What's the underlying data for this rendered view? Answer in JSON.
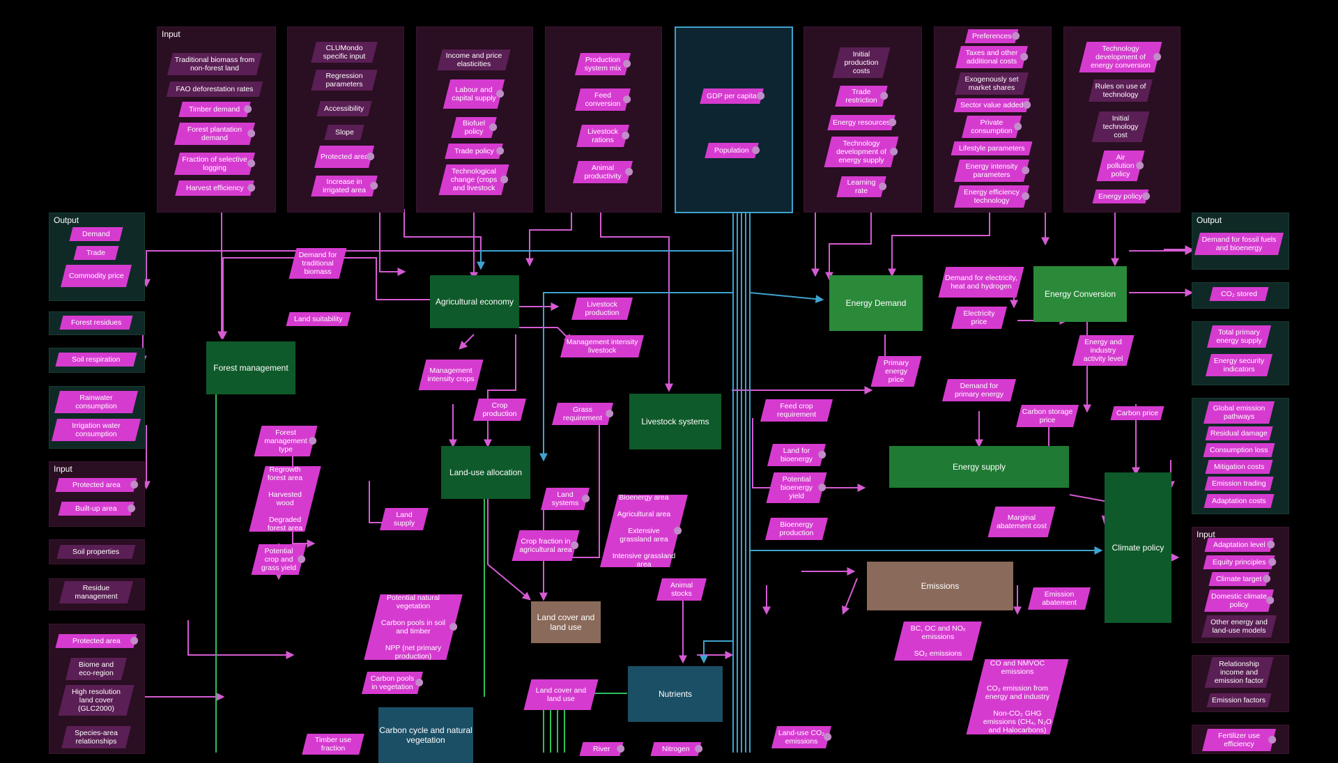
{
  "labels": {
    "input": "Input",
    "output": "Output"
  },
  "colors": {
    "background": "#000000",
    "arrow": "#d65bd3",
    "blue_arrow": "#3fa3cf",
    "green_arrow": "#2fbf5a",
    "param": "#d63bd0"
  },
  "top_panels": [
    {
      "items": [
        "Traditional biomass from non-forest land",
        "FAO deforestation rates",
        "Timber demand",
        "Forest plantation demand",
        "Fraction of selective logging",
        "Harvest efficiency"
      ]
    },
    {
      "items": [
        "CLUMondo specific input",
        "Regression parameters",
        "Accessibility",
        "Slope",
        "Protected area",
        "Increase in irrigated area"
      ]
    },
    {
      "items": [
        "Income and price elasticities",
        "Labour and capital supply",
        "Biofuel policy",
        "Trade policy",
        "Technological change (crops and livestock"
      ]
    },
    {
      "items": [
        "Production system mix",
        "Feed conversion",
        "Livestock rations",
        "Animal productivity"
      ]
    },
    {
      "items": [
        "GDP per capita",
        "Population"
      ]
    },
    {
      "items": [
        "Initial production costs",
        "Trade restriction",
        "Energy resources",
        "Technology development of energy supply",
        "Learning rate"
      ]
    },
    {
      "items": [
        "Preferences",
        "Taxes and other additional costs",
        "Exogenously set market shares",
        "Sector value added",
        "Private consumption",
        "Lifestyle parameters",
        "Energy intensity parameters",
        "Energy efficiency technology"
      ]
    },
    {
      "items": [
        "Technology development of energy conversion",
        "Rules on use of technology",
        "Initial technology cost",
        "Air pollution policy",
        "Energy policy"
      ]
    }
  ],
  "left_panels": {
    "output_a": [
      "Demand",
      "Trade",
      "Commodity price"
    ],
    "forest_residues": "Forest residues",
    "soil_respiration": "Soil respiration",
    "water": [
      "Rainwater consumption",
      "Irrigation water consumption"
    ],
    "input_a": [
      "Protected area",
      "Built-up area"
    ],
    "soil_properties": "Soil properties",
    "residue_management": "Residue management",
    "input_b": [
      "Protected area",
      "Biome and eco-region",
      "High resolution land cover (GLC2000)",
      "Species-area relationships"
    ]
  },
  "right_panels": {
    "fossil": "Demand for fossil fuels and bioenergy",
    "co2_stored": "CO₂ stored",
    "energy_supply_out": [
      "Total primary energy supply",
      "Energy security indicators"
    ],
    "climate_out": [
      "Global emission pathways",
      "Residual damage",
      "Consumption loss",
      "Mitigation costs",
      "Emission trading",
      "Adaptation costs"
    ],
    "input_c": [
      "Adaptation level",
      "Equity principles",
      "Climate target",
      "Domestic climate policy",
      "Other energy and land-use models"
    ],
    "emission_factor": [
      "Relationship income and emission factor",
      "Emission factors"
    ],
    "fertilizer": "Fertilizer use efficiency"
  },
  "models": {
    "agricultural_economy": "Agricultural economy",
    "forest_management": "Forest management",
    "livestock_systems": "Livestock systems",
    "land_use_allocation": "Land-use allocation",
    "land_cover_land_use": "Land cover and land use",
    "nutrients": "Nutrients",
    "carbon_cycle": "Carbon cycle and natural vegetation",
    "energy_demand": "Energy Demand",
    "energy_conversion": "Energy Conversion",
    "energy_supply": "Energy supply",
    "emissions": "Emissions",
    "climate_policy": "Climate policy"
  },
  "flows": {
    "demand_traditional_biomass": "Demand for traditional biomass",
    "land_suitability": "Land suitability",
    "livestock_production": "Livestock production",
    "management_intensity_livestock": "Management intensity livestock",
    "management_intensity_crops": "Management intensity crops",
    "crop_production": "Crop production",
    "grass_requirement": "Grass requirement",
    "forest_mgmt_type": "Forest management type",
    "forest_areas": [
      "Regrowth forest area",
      "Harvested wood",
      "Degraded forest area"
    ],
    "potential_crop_yield": "Potential crop and grass yield",
    "land_supply": "Land supply",
    "land_systems": "Land systems",
    "crop_fraction": "Crop fraction in agricultural area",
    "bioenergy_block": [
      "Bioenergy area",
      "Agricultural area",
      "Extensive grassland area",
      "Intensive grassland area"
    ],
    "animal_stocks": "Animal stocks",
    "veg_block": [
      "Potential natural vegetation",
      "Carbon pools in soil and timber",
      "NPP (net primary production)"
    ],
    "carbon_pools_veg": "Carbon pools in vegetation",
    "land_cover_param": "Land cover and land use",
    "timber_use": "Timber use fraction",
    "river": "River",
    "nitrogen": "Nitrogen",
    "feed_crop_req": "Feed crop requirement",
    "land_for_bioenergy": "Land for bioenergy",
    "potential_bioenergy_yield": "Potential bioenergy yield",
    "bioenergy_production": "Bioenergy production",
    "landuse_co2": "Land-use CO₂ emissions",
    "demand_elec": "Demand for electricity, heat and hydrogen",
    "electricity_price": "Electricity price",
    "primary_energy_price": "Primary energy price",
    "demand_primary": "Demand for primary energy",
    "energy_industry": "Energy and industry activity level",
    "carbon_storage_price": "Carbon storage price",
    "carbon_price": "Carbon price",
    "marginal_abatement": "Marginal abatement cost",
    "emission_abatement": "Emission abatement",
    "bc_oc": "BC, OC and NOₓ emissions",
    "so2": "SO₂ emissions",
    "emis_block": [
      "CO and NMVOC emissions",
      "CO₂ emission from energy and industry",
      "Non-CO₂ GHG emissions (CH₄, N₂O and Halocarbons)"
    ]
  }
}
